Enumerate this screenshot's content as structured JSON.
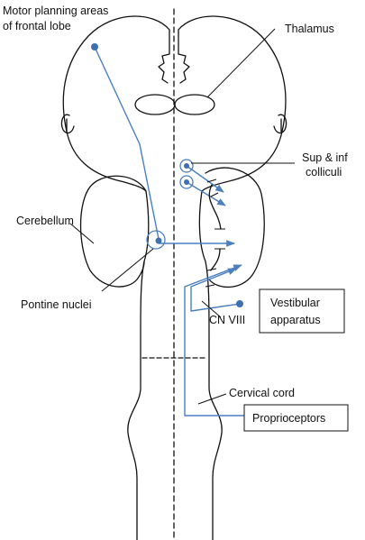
{
  "labels": {
    "motor_planning_line1": "Motor planning areas",
    "motor_planning_line2": "of frontal lobe",
    "thalamus": "Thalamus",
    "colliculi_line1": "Sup & inf",
    "colliculi_line2": "colliculi",
    "cerebellum": "Cerebellum",
    "pontine_nuclei": "Pontine nuclei",
    "vestibular_line1": "Vestibular",
    "vestibular_line2": "apparatus",
    "cn_viii": "CN VIII",
    "cervical_cord": "Cervical cord",
    "proprioceptors": "Proprioceptors"
  },
  "colors": {
    "pathway": "#4a7fc1",
    "nucleus_fill": "#3e6fae",
    "outline": "#111111"
  }
}
